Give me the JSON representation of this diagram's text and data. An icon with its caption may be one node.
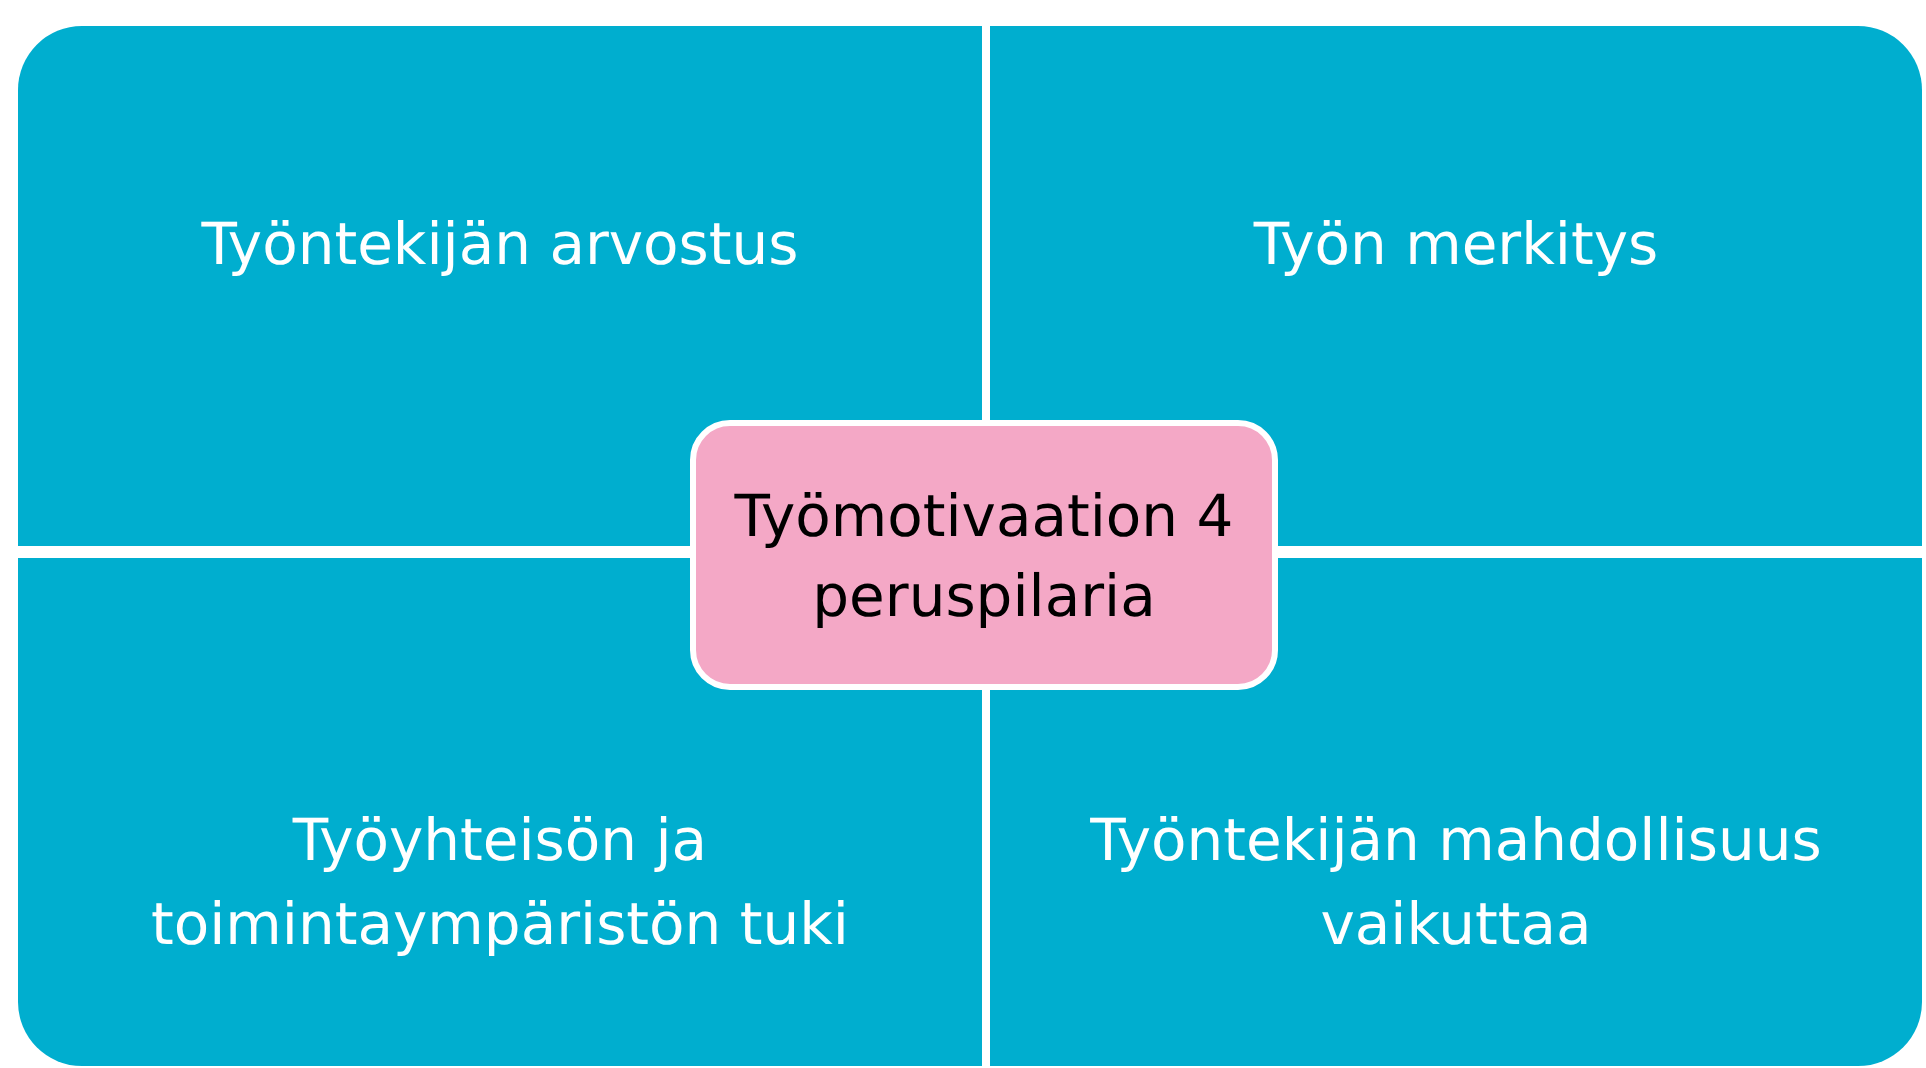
{
  "diagram": {
    "nodes": [
      {
        "text": [
          "Työntekijän arvostus"
        ]
      },
      {
        "text": [
          "Työn merkitys"
        ]
      },
      {
        "text": [
          "Työmotivaation 4 peruspilaria"
        ]
      },
      {
        "text": [
          "Työyhteisön ja toimintaympäristön tuki"
        ]
      },
      {
        "text": [
          "Työntekijän mahdollisuus vaikuttaa"
        ]
      }
    ]
  }
}
